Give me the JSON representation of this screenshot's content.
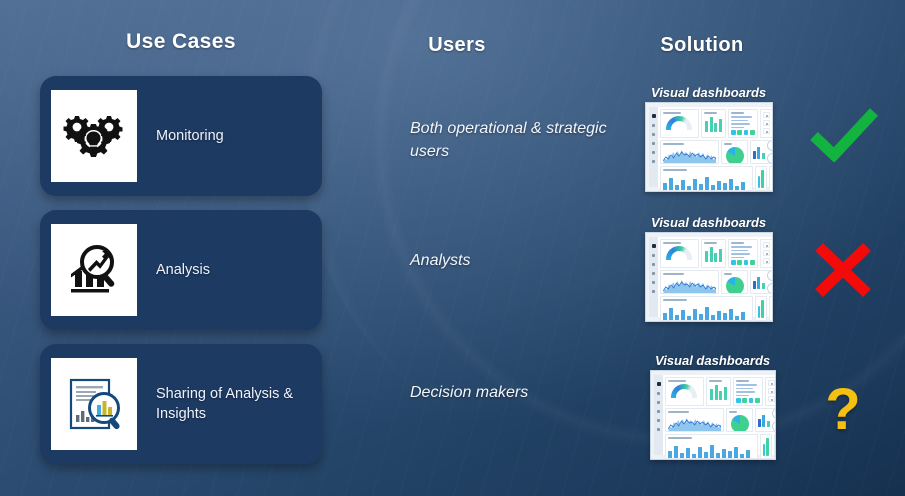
{
  "theme": {
    "background_start": "#4e6c91",
    "background_end": "#16304f",
    "card_bg": "#1d3a63",
    "text_light": "#ffffff",
    "check_color": "#12b33f",
    "cross_color": "#f50a0a",
    "question_color": "#f5c00f"
  },
  "headings": {
    "use_cases": "Use Cases",
    "users": "Users",
    "solution": "Solution"
  },
  "rows": [
    {
      "use_case": "Monitoring",
      "icon": "gears-lightbulb-icon",
      "user": "Both operational & strategic users",
      "solution_label": "Visual dashboards",
      "solution_thumb": "dashboard-thumbnail",
      "verdict": "check",
      "verdict_glyph": "✔",
      "verdict_name": "check-icon"
    },
    {
      "use_case": "Analysis",
      "icon": "magnifier-bar-chart-icon",
      "user": "Analysts",
      "solution_label": "Visual dashboards",
      "solution_thumb": "dashboard-thumbnail",
      "verdict": "cross",
      "verdict_glyph": "✖",
      "verdict_name": "cross-icon"
    },
    {
      "use_case": "Sharing of Analysis & Insights",
      "icon": "report-magnifier-icon",
      "user": "Decision makers",
      "solution_label": "Visual dashboards",
      "solution_thumb": "dashboard-thumbnail",
      "verdict": "question",
      "verdict_glyph": "?",
      "verdict_name": "question-mark-icon"
    }
  ]
}
